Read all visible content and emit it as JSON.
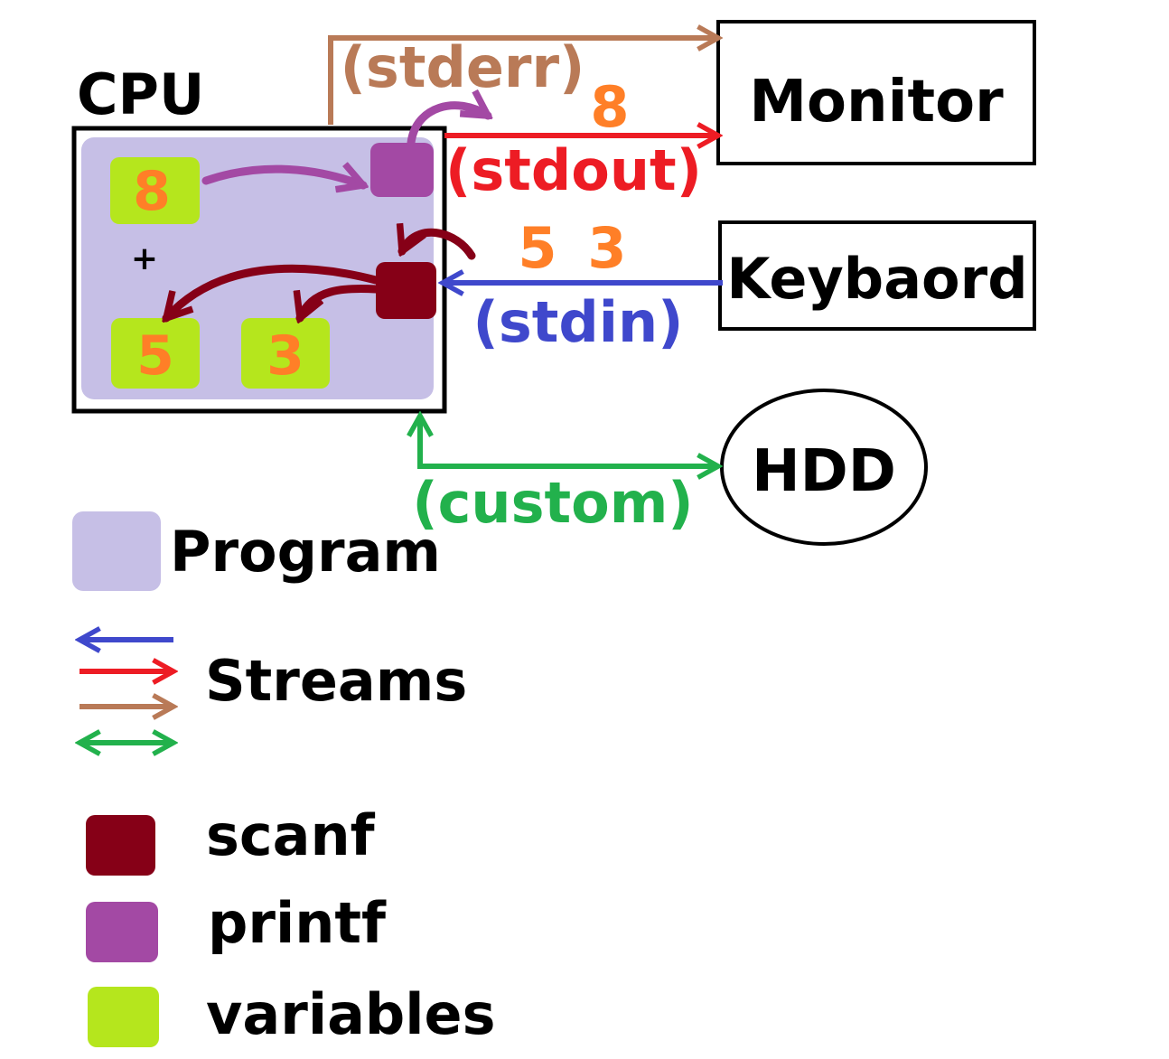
{
  "cpu": {
    "title": "CPU",
    "operator": "+"
  },
  "variables": {
    "sum": "8",
    "a": "5",
    "b": "3"
  },
  "streams": {
    "stderr": {
      "label": "(stderr)"
    },
    "stdout": {
      "label": "(stdout)",
      "value": "8"
    },
    "stdin": {
      "label": "(stdin)",
      "value_a": "5",
      "value_b": "3"
    },
    "custom": {
      "label": "(custom)"
    }
  },
  "devices": {
    "monitor": "Monitor",
    "keyboard": "Keybaord",
    "hdd": "HDD"
  },
  "legend": {
    "program": "Program",
    "streams": "Streams",
    "scanf": "scanf",
    "printf": "printf",
    "variables": "variables"
  },
  "colors": {
    "program": "#c6bfe6",
    "scanf": "#860017",
    "printf": "#a349a4",
    "variable": "#b5e61d",
    "number": "#ff7f27",
    "stdout": "#ed1c24",
    "stdin": "#3f48cc",
    "stderr": "#b97a57",
    "custom": "#22b14c"
  }
}
